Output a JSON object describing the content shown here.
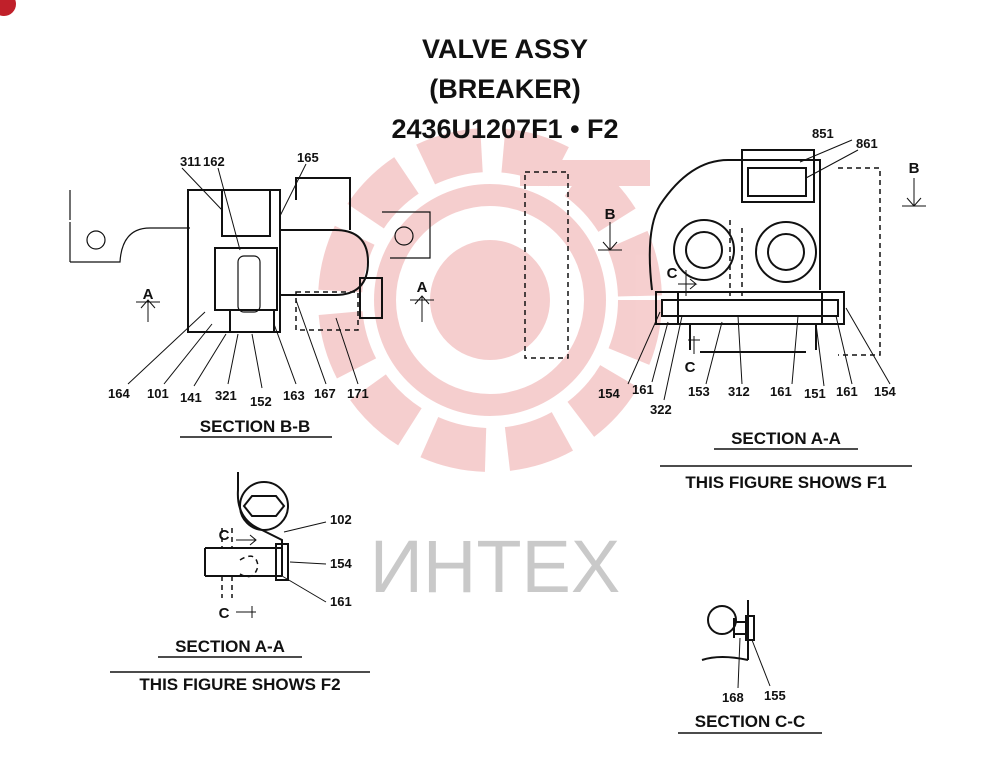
{
  "title": {
    "line1": "VALVE ASSY",
    "line2": "(BREAKER)",
    "line3": "2436U1207F1 • F2"
  },
  "watermark": {
    "text": "ИНТЕХ",
    "color": "#e8a0a0"
  },
  "section_bb": {
    "caption": "SECTION  B-B",
    "cut_label_left": "A",
    "cut_label_right": "A",
    "parts_top": [
      "311",
      "162",
      "165"
    ],
    "parts_bottom": [
      "164",
      "101",
      "141",
      "321",
      "152",
      "163",
      "167",
      "171"
    ]
  },
  "section_aa_f1": {
    "caption": "SECTION  A-A",
    "note": "THIS FIGURE SHOWS  F1",
    "cut_label_b_left": "B",
    "cut_label_b_right": "B",
    "cut_label_c_top": "C",
    "cut_label_c_bottom": "C",
    "parts_top": [
      "851",
      "861"
    ],
    "parts_bottom": [
      "154",
      "161",
      "322",
      "153",
      "312",
      "161",
      "151",
      "161",
      "154"
    ]
  },
  "section_aa_f2": {
    "caption": "SECTION  A-A",
    "note": "THIS FIGURE SHOWS   F2",
    "cut_label_c_top": "C",
    "cut_label_c_bottom": "C",
    "parts": [
      "102",
      "154",
      "161"
    ]
  },
  "section_cc": {
    "caption": "SECTION  C-C",
    "parts": [
      "168",
      "155"
    ]
  }
}
